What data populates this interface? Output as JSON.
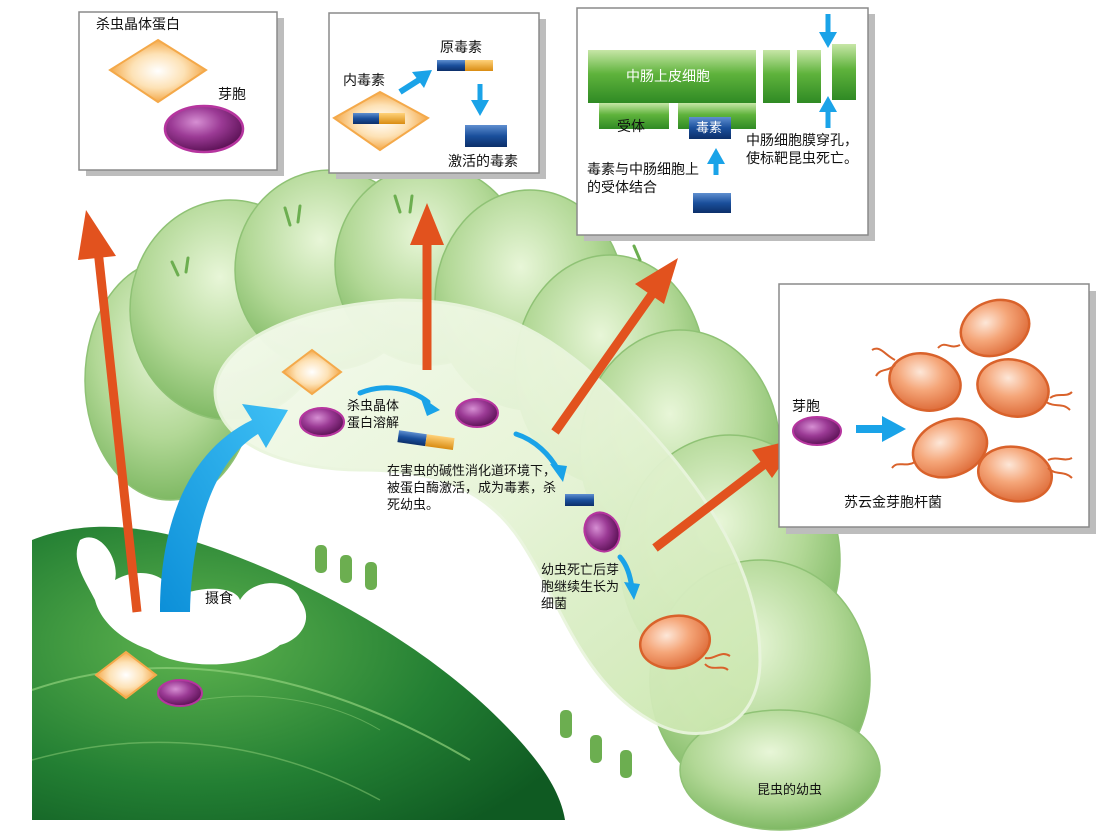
{
  "boxes": {
    "crystal": {
      "crystal_protein": "杀虫晶体蛋白",
      "spore": "芽胞"
    },
    "activation": {
      "protoxin": "原毒素",
      "endotoxin": "内毒素",
      "activated_toxin": "激活的毒素"
    },
    "midgut": {
      "epithelial_cells": "中肠上皮细胞",
      "receptor": "受体",
      "toxin": "毒素",
      "binding": "毒素与中肠细胞上的受体结合",
      "perforation": "中肠细胞膜穿孔，使标靶昆虫死亡。"
    },
    "bacterium": {
      "spore": "芽胞",
      "name": "苏云金芽胞杆菌"
    }
  },
  "scene": {
    "ingestion": "摄食",
    "dissolve": "杀虫晶体蛋白溶解",
    "alkaline": "在害虫的碱性消化道环境下，被蛋白酶激活，成为毒素，杀死幼虫。",
    "after_death": "幼虫死亡后芽胞继续生长为细菌",
    "larva": "昆虫的幼虫"
  },
  "colors": {
    "arrow_red": "#e2521e",
    "arrow_blue": "#1aa3e8",
    "crystal": "#f7b657",
    "spore": "#8e2f86",
    "bacterium": "#f09a66",
    "toxin_blue": "#1a4f9c",
    "toxin_orange": "#e8a21e",
    "cell_green": "#55b03a",
    "leaf_green": "#1f7a30",
    "larva_green": "#a8d38a"
  }
}
